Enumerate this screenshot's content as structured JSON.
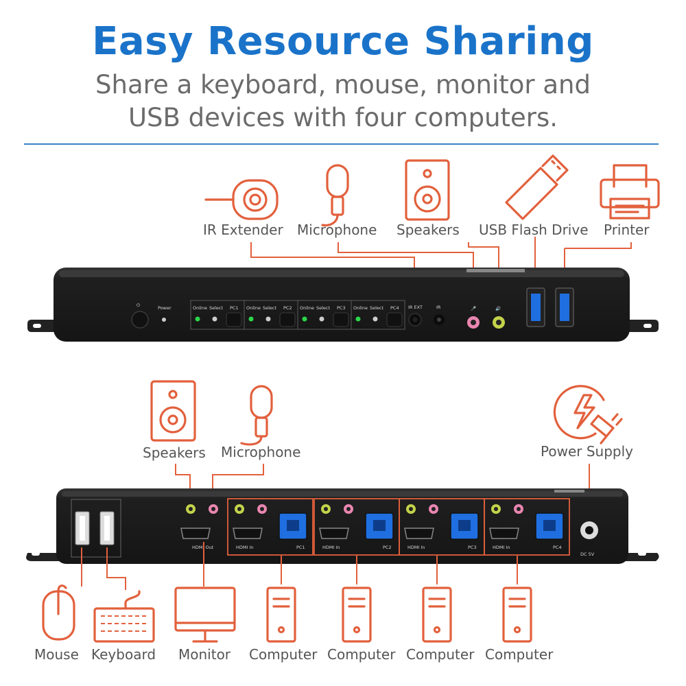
{
  "header": {
    "title": "Easy Resource Sharing",
    "subtitle_line1": "Share a keyboard, mouse, monitor and",
    "subtitle_line2": "USB devices with four computers."
  },
  "front_panel": {
    "labels": {
      "ir_extender": "IR Extender",
      "microphone": "Microphone",
      "speakers": "Speakers",
      "usb_flash_drive": "USB Flash Drive",
      "printer": "Printer"
    },
    "panel_text": {
      "power": "Power",
      "online": "Online",
      "select": "Select",
      "pc1": "PC1",
      "pc2": "PC2",
      "pc3": "PC3",
      "pc4": "PC4",
      "ir_ext": "IR EXT",
      "ir": "IR"
    }
  },
  "rear_panel": {
    "labels": {
      "speakers": "Speakers",
      "microphone": "Microphone",
      "power_supply": "Power Supply",
      "mouse": "Mouse",
      "keyboard": "Keyboard",
      "monitor": "Monitor",
      "computer": "Computer"
    },
    "panel_text": {
      "hdmi_out": "HDMI Out",
      "hdmi_in": "HDMI In",
      "pc1": "PC1",
      "pc2": "PC2",
      "pc3": "PC3",
      "pc4": "PC4",
      "dc": "DC 5V"
    }
  },
  "colors": {
    "title": "#1a73c9",
    "subtitle": "#6b6b6b",
    "rule": "#3a82c8",
    "icon_accent": "#e2603c",
    "device_body": "#1e1e1e",
    "usb_blue": "#1f6fe0",
    "led_green": "#2bd84a"
  },
  "icons": [
    "ir-extender-icon",
    "microphone-icon",
    "speaker-icon",
    "usb-flash-drive-icon",
    "printer-icon",
    "power-supply-icon",
    "mouse-icon",
    "keyboard-icon",
    "monitor-icon",
    "computer-icon"
  ]
}
